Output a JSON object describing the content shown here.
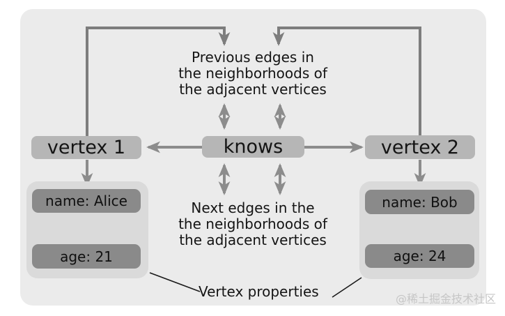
{
  "colors": {
    "panel_bg": "#ebebeb",
    "node_bg": "#b6b6b6",
    "group_bg": "#dadada",
    "prop_bg": "#8a8a8a",
    "arrow_dark": "#7d7d7d",
    "arrow_mid": "#8c8c8c",
    "text": "#141414",
    "watermark": "#c6c6c6"
  },
  "nodes": {
    "vertex1": {
      "label": "vertex 1"
    },
    "knows": {
      "label": "knows"
    },
    "vertex2": {
      "label": "vertex 2"
    }
  },
  "properties": {
    "vertex1": {
      "name": "name: Alice",
      "age": "age: 21"
    },
    "vertex2": {
      "name": "name: Bob",
      "age": "age: 24"
    }
  },
  "notes": {
    "previous_edges": {
      "lines": [
        "Previous edges in",
        "the neighborhoods of",
        "the adjacent vertices"
      ]
    },
    "next_edges": {
      "lines": [
        "Next edges in the",
        "the neighborhoods of",
        "the adjacent vertices"
      ]
    },
    "vertex_properties": "Vertex properties"
  },
  "watermark": "@稀土掘金技术社区"
}
